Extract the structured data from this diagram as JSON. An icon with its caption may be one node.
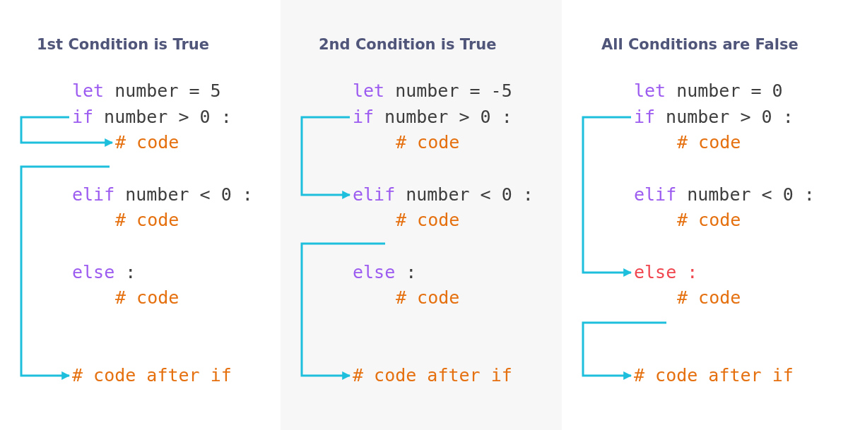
{
  "diagram": {
    "nodes": [
      {
        "text": [
          "1st Condition is True"
        ]
      },
      {
        "text": [
          "let",
          "number = 5"
        ],
        "in": 0
      },
      {
        "text": [
          "if",
          "number > 0 :"
        ],
        "in": 0
      },
      {
        "text": [
          "# code"
        ],
        "in": 0
      },
      {
        "text": [
          "elif",
          "number < 0 :"
        ],
        "in": 0
      },
      {
        "text": [
          "# code"
        ],
        "in": 0
      },
      {
        "text": [
          "else",
          ":"
        ],
        "in": 0
      },
      {
        "text": [
          "# code"
        ],
        "in": 0
      },
      {
        "text": [
          "# code after if"
        ],
        "in": 0
      },
      {
        "text": [
          "2nd Condition is True"
        ]
      },
      {
        "text": [
          "let",
          "number = -5"
        ],
        "in": 9
      },
      {
        "text": [
          "if",
          "number > 0 :"
        ],
        "in": 9
      },
      {
        "text": [
          "# code"
        ],
        "in": 9
      },
      {
        "text": [
          "elif",
          "number < 0 :"
        ],
        "in": 9
      },
      {
        "text": [
          "# code"
        ],
        "in": 9
      },
      {
        "text": [
          "else",
          ":"
        ],
        "in": 9
      },
      {
        "text": [
          "# code"
        ],
        "in": 9
      },
      {
        "text": [
          "# code after if"
        ],
        "in": 9
      },
      {
        "text": [
          "All Conditions are False"
        ]
      },
      {
        "text": [
          "let",
          "number = 0"
        ],
        "in": 18
      },
      {
        "text": [
          "if",
          "number > 0 :"
        ],
        "in": 18
      },
      {
        "text": [
          "# code"
        ],
        "in": 18
      },
      {
        "text": [
          "elif",
          "number < 0 :"
        ],
        "in": 18
      },
      {
        "text": [
          "# code"
        ],
        "in": 18
      },
      {
        "text": [
          "else",
          ":"
        ],
        "in": 18
      },
      {
        "text": [
          "# code"
        ],
        "in": 18
      },
      {
        "text": [
          "# code after if"
        ],
        "in": 18
      }
    ],
    "edges": [
      {
        "from": 2,
        "to": 3,
        "arrow": "to"
      },
      {
        "from": null,
        "to": 8,
        "arrow": "to"
      },
      {
        "from": 11,
        "to": 13,
        "arrow": "to"
      },
      {
        "from": null,
        "to": 17,
        "arrow": "to"
      },
      {
        "from": 20,
        "to": 24,
        "arrow": "to"
      },
      {
        "from": null,
        "to": 26,
        "arrow": "to"
      }
    ]
  }
}
